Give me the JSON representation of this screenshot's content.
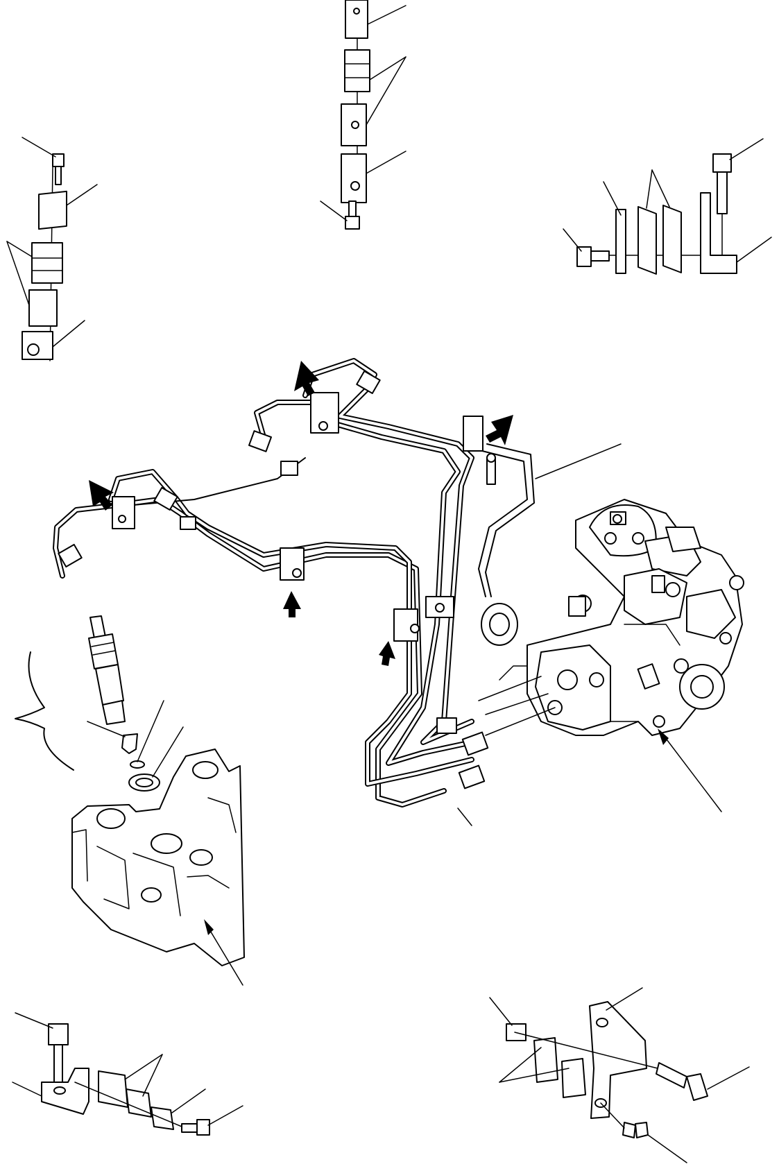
{
  "diagram": {
    "labels": [],
    "components": [
      "bolt",
      "clamp-plate",
      "clamp-block",
      "bracket",
      "fuel-injection-pipes",
      "injector",
      "gasket",
      "cylinder-head",
      "fuel-injection-pump",
      "assembly-brace",
      "clamp-indicator-arrow"
    ]
  }
}
